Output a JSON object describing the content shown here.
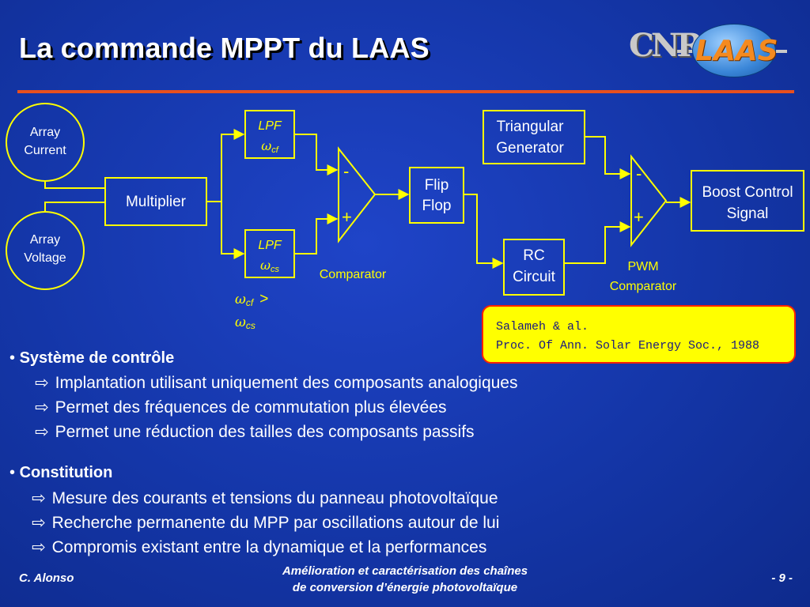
{
  "slide": {
    "title": "La commande MPPT du LAAS",
    "logo": {
      "cnrs_text": "CNRS",
      "laas_text": "LAAS",
      "icon": "cnrs-laas-logo"
    }
  },
  "diagram": {
    "array_current": [
      "Array",
      "Current"
    ],
    "array_voltage": [
      "Array",
      "Voltage"
    ],
    "multiplier": "Multiplier",
    "lpf_top": {
      "label": "LPF",
      "symbol": "ω",
      "subscript": "cf"
    },
    "lpf_bottom": {
      "label": "LPF",
      "symbol": "ω",
      "subscript": "cs"
    },
    "condition": {
      "symbol_a": "ω",
      "sub_a": "cf",
      "operator": ">",
      "symbol_b": "ω",
      "sub_b": "cs"
    },
    "comparator": {
      "minus": "-",
      "plus": "+",
      "label": "Comparator"
    },
    "flip_flop": [
      "Flip",
      "Flop"
    ],
    "triangular_generator": [
      "Triangular",
      "Generator"
    ],
    "rc_circuit": [
      "RC",
      "Circuit"
    ],
    "pwm_comparator": {
      "minus": "-",
      "plus": "+",
      "label": [
        "PWM",
        "Comparator"
      ]
    },
    "boost_control": [
      "Boost Control",
      "Signal"
    ],
    "colors": {
      "line": "#ffff00",
      "block_text": "#ffffff",
      "lpf_text": "#ffff00"
    }
  },
  "reference": {
    "line1": "Salameh & al.",
    "line2": "Proc. Of Ann. Solar Energy Soc., 1988"
  },
  "sections": [
    {
      "bullet": "•",
      "heading": "Système de contrôle",
      "items": [
        "Implantation utilisant uniquement des composants analogiques",
        "Permet des fréquences de commutation plus élevées",
        "Permet une réduction des tailles des composants passifs"
      ]
    },
    {
      "bullet": "•",
      "heading": "Constitution",
      "items": [
        "Mesure des courants et tensions du panneau photovoltaïque",
        "Recherche permanente du MPP par oscillations autour de lui",
        "Compromis existant entre la dynamique et la performances"
      ]
    }
  ],
  "item_arrow": "⇨",
  "footer": {
    "author": "C. Alonso",
    "subtitle_line1": "Amélioration et caractérisation des chaînes",
    "subtitle_line2": "de conversion d’énergie photovoltaïque",
    "page": "- 9 -"
  }
}
